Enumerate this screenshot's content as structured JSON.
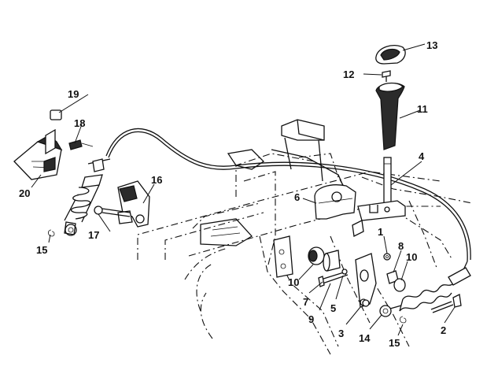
{
  "diagram": {
    "callouts": [
      {
        "id": "c1",
        "label": "1"
      },
      {
        "id": "c2",
        "label": "2"
      },
      {
        "id": "c3",
        "label": "3"
      },
      {
        "id": "c4",
        "label": "4"
      },
      {
        "id": "c5",
        "label": "5"
      },
      {
        "id": "c6",
        "label": "6"
      },
      {
        "id": "c7",
        "label": "7"
      },
      {
        "id": "c8",
        "label": "8"
      },
      {
        "id": "c9",
        "label": "9"
      },
      {
        "id": "c10a",
        "label": "10"
      },
      {
        "id": "c10b",
        "label": "10"
      },
      {
        "id": "c11",
        "label": "11"
      },
      {
        "id": "c12",
        "label": "12"
      },
      {
        "id": "c13",
        "label": "13"
      },
      {
        "id": "c14",
        "label": "14"
      },
      {
        "id": "c15a",
        "label": "15"
      },
      {
        "id": "c15b",
        "label": "15"
      },
      {
        "id": "c16",
        "label": "16"
      },
      {
        "id": "c17",
        "label": "17"
      },
      {
        "id": "c18",
        "label": "18"
      },
      {
        "id": "c19",
        "label": "19"
      },
      {
        "id": "c20",
        "label": "20"
      }
    ],
    "colors": {
      "ink": "#111111",
      "paper": "#ffffff"
    }
  }
}
